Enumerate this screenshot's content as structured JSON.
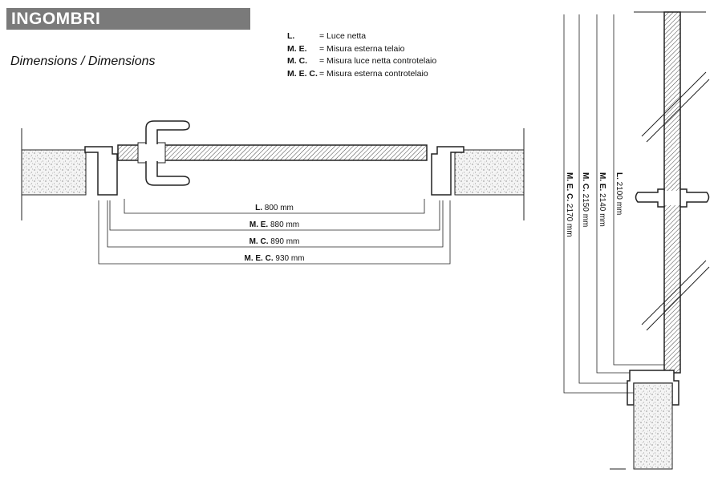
{
  "header": {
    "title": "INGOMBRI",
    "subtitle": "Dimensions / Dimensions"
  },
  "legend": [
    {
      "key": "L.",
      "desc": "= Luce netta"
    },
    {
      "key": "M. E.",
      "desc": "= Misura esterna telaio"
    },
    {
      "key": "M. C.",
      "desc": "= Misura luce netta controtelaio"
    },
    {
      "key": "M. E. C.",
      "desc": "= Misura esterna controtelaio"
    }
  ],
  "horizontal": [
    {
      "key": "L.",
      "value": "800 mm"
    },
    {
      "key": "M. E.",
      "value": "880 mm"
    },
    {
      "key": "M. C.",
      "value": "890 mm"
    },
    {
      "key": "M. E. C.",
      "value": "930 mm"
    }
  ],
  "vertical": [
    {
      "key": "L.",
      "value": "2100 mm"
    },
    {
      "key": "M. E.",
      "value": "2140 mm"
    },
    {
      "key": "M. C.",
      "value": "2150 mm"
    },
    {
      "key": "M. E. C.",
      "value": "2170 mm"
    }
  ]
}
